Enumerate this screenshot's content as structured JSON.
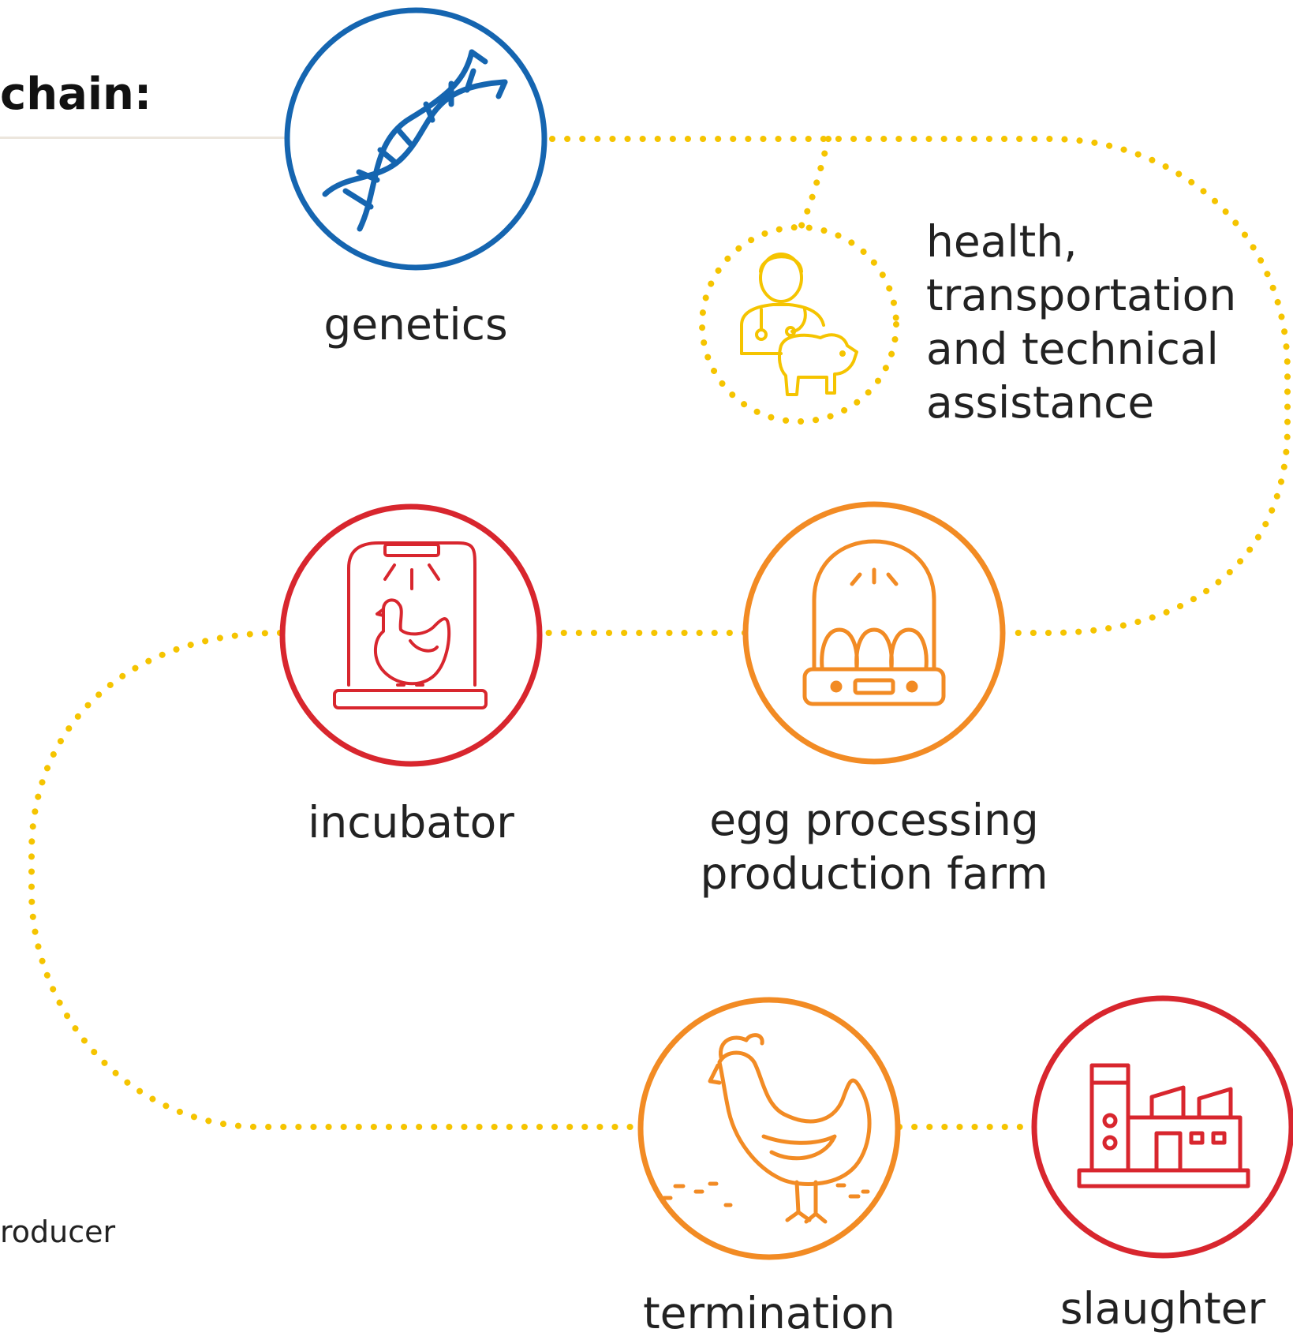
{
  "title": "chain:",
  "footnote": "roducer",
  "colors": {
    "path": "#f5c400",
    "genetics": "#1565b0",
    "assistance": "#f5c400",
    "incubator": "#d8262e",
    "egg_farm": "#f28b24",
    "termination": "#f28b24",
    "slaughter": "#d8262e",
    "text": "#222222"
  },
  "nodes": {
    "genetics": {
      "label": "genetics",
      "icon": "dna-icon"
    },
    "assistance": {
      "label_lines": [
        "health,",
        "transportation",
        "and technical",
        "assistance"
      ],
      "icon": "veterinarian-pig-icon"
    },
    "incubator": {
      "label": "incubator",
      "icon": "chicken-incubator-icon"
    },
    "egg_farm": {
      "label_lines": [
        "egg processing",
        "production farm"
      ],
      "icon": "egg-incubator-icon"
    },
    "termination": {
      "label": "termination",
      "icon": "hen-icon"
    },
    "slaughter": {
      "label": "slaughter",
      "icon": "factory-icon"
    }
  }
}
